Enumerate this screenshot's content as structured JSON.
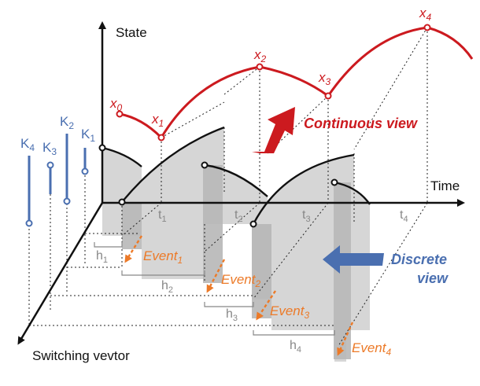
{
  "axes": {
    "state": "State",
    "time": "Time",
    "switching": "Switching vevtor"
  },
  "states": [
    {
      "base": "x",
      "sub": "0"
    },
    {
      "base": "x",
      "sub": "1"
    },
    {
      "base": "x",
      "sub": "2"
    },
    {
      "base": "x",
      "sub": "3"
    },
    {
      "base": "x",
      "sub": "4"
    }
  ],
  "gains": [
    {
      "base": "K",
      "sub": "1"
    },
    {
      "base": "K",
      "sub": "2"
    },
    {
      "base": "K",
      "sub": "3"
    },
    {
      "base": "K",
      "sub": "4"
    }
  ],
  "times": [
    {
      "base": "t",
      "sub": "1"
    },
    {
      "base": "t",
      "sub": "2"
    },
    {
      "base": "t",
      "sub": "3"
    },
    {
      "base": "t",
      "sub": "4"
    }
  ],
  "steps": [
    {
      "base": "h",
      "sub": "1"
    },
    {
      "base": "h",
      "sub": "2"
    },
    {
      "base": "h",
      "sub": "3"
    },
    {
      "base": "h",
      "sub": "4"
    }
  ],
  "events": [
    {
      "base": "Event",
      "sub": "1"
    },
    {
      "base": "Event",
      "sub": "2"
    },
    {
      "base": "Event",
      "sub": "3"
    },
    {
      "base": "Event",
      "sub": "4"
    }
  ],
  "views": {
    "continuous": "Continuous view",
    "discrete_line1": "Discrete",
    "discrete_line2": "view"
  },
  "colors": {
    "red": "#cc1a1f",
    "blue": "#4a6fb0",
    "orange": "#ec7a28",
    "gray_band": "#c8c8c8",
    "black": "#111111"
  }
}
